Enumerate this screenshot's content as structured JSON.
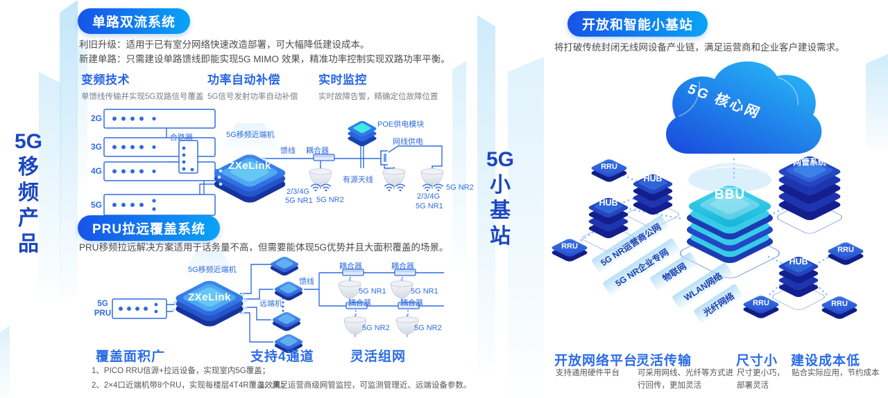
{
  "titles": {
    "left": [
      "5G",
      "移",
      "频",
      "产",
      "品"
    ],
    "right": [
      "5G",
      "小",
      "基",
      "站"
    ]
  },
  "single_path": {
    "badge": "单路双流系统",
    "desc_line1": "利旧升级：适用于已有室分网络快速改造部署，可大幅降低建设成本。",
    "desc_line2": "新建单路：只需建设单路馈线即能实现5G MIMO 效果，精准功率控制实现双路功率平衡。",
    "features": [
      {
        "title": "变频技术",
        "desc": "单馈线传输并实现5G双路信号覆盖"
      },
      {
        "title": "功率自动补偿",
        "desc": "5G信号发射功率自动补偿"
      },
      {
        "title": "实时监控",
        "desc": "实时故障告警，精确定位故障位置"
      }
    ],
    "diagram": {
      "sources": [
        "2G",
        "3G",
        "4G",
        "5G"
      ],
      "combiner": "合路器",
      "near_unit": "5G移频近端机",
      "device": "ZXeLink",
      "feeder": "馈线",
      "coupler": "耦合器",
      "poe": "POE供电模块",
      "lan_power": "网线供电",
      "active_antenna": "有源天线",
      "g234": "2/3/4G",
      "nr1": "5G NR1",
      "nr2": "5G NR2"
    }
  },
  "pru": {
    "badge": "PRU拉远覆盖系统",
    "desc": "PRU移频拉远解决方案适用于话务量不高，但需要能体现5G优势并且大面积覆盖的场景。",
    "diagram": {
      "source_l1": "5G",
      "source_l2": "PRU",
      "near_unit": "5G移频近端机",
      "device": "ZXeLink",
      "remote": "远端机",
      "feeder": "馈线",
      "coupler": "耦合器",
      "nr1": "5G NR1",
      "nr2": "5G NR2"
    },
    "highlights": [
      "覆盖面积广",
      "支持4通道",
      "灵活组网"
    ],
    "note1": "1、PICO RRU信源+拉远设备，实现室内5G覆盖；",
    "note2": "2、2×4口近端机带8个RU，实现每楼层4T4R覆盖效果；",
    "note3": "3、满足运营商级网管监控，可监测管理近、远端设备参数。"
  },
  "smallcell": {
    "badge": "开放和智能小基站",
    "desc": "将打破传统封闭无线网设备产业链，满足运营商和企业客户建设需求。",
    "diagram": {
      "cloud": "5G 核心网",
      "nms": "网管系统",
      "bbu": "BBU",
      "hub": "HUB",
      "rru": "RRU",
      "networks": [
        "5G NR运营商公网",
        "5G NR企业专网",
        "物联网",
        "WLAN网络",
        "光纤网络"
      ]
    },
    "features": [
      {
        "title": "开放网络平台",
        "desc": "支持通用硬件平台"
      },
      {
        "title": "灵活传输",
        "desc": "可采用网线、光纤等方式进行回传，更加灵活"
      },
      {
        "title": "尺寸小",
        "desc": "尺寸更小巧，部署灵活"
      },
      {
        "title": "建设成本低",
        "desc": "贴合实际应用，节约成本"
      }
    ]
  },
  "colors": {
    "badge_gradient_start": "#1853E8",
    "badge_gradient_end": "#09A4F5",
    "accent_blue": "#2A6BE8",
    "dark_blue": "#1A46C2",
    "line_blue": "#2F6BE0",
    "body_text": "#4A4A4A"
  }
}
